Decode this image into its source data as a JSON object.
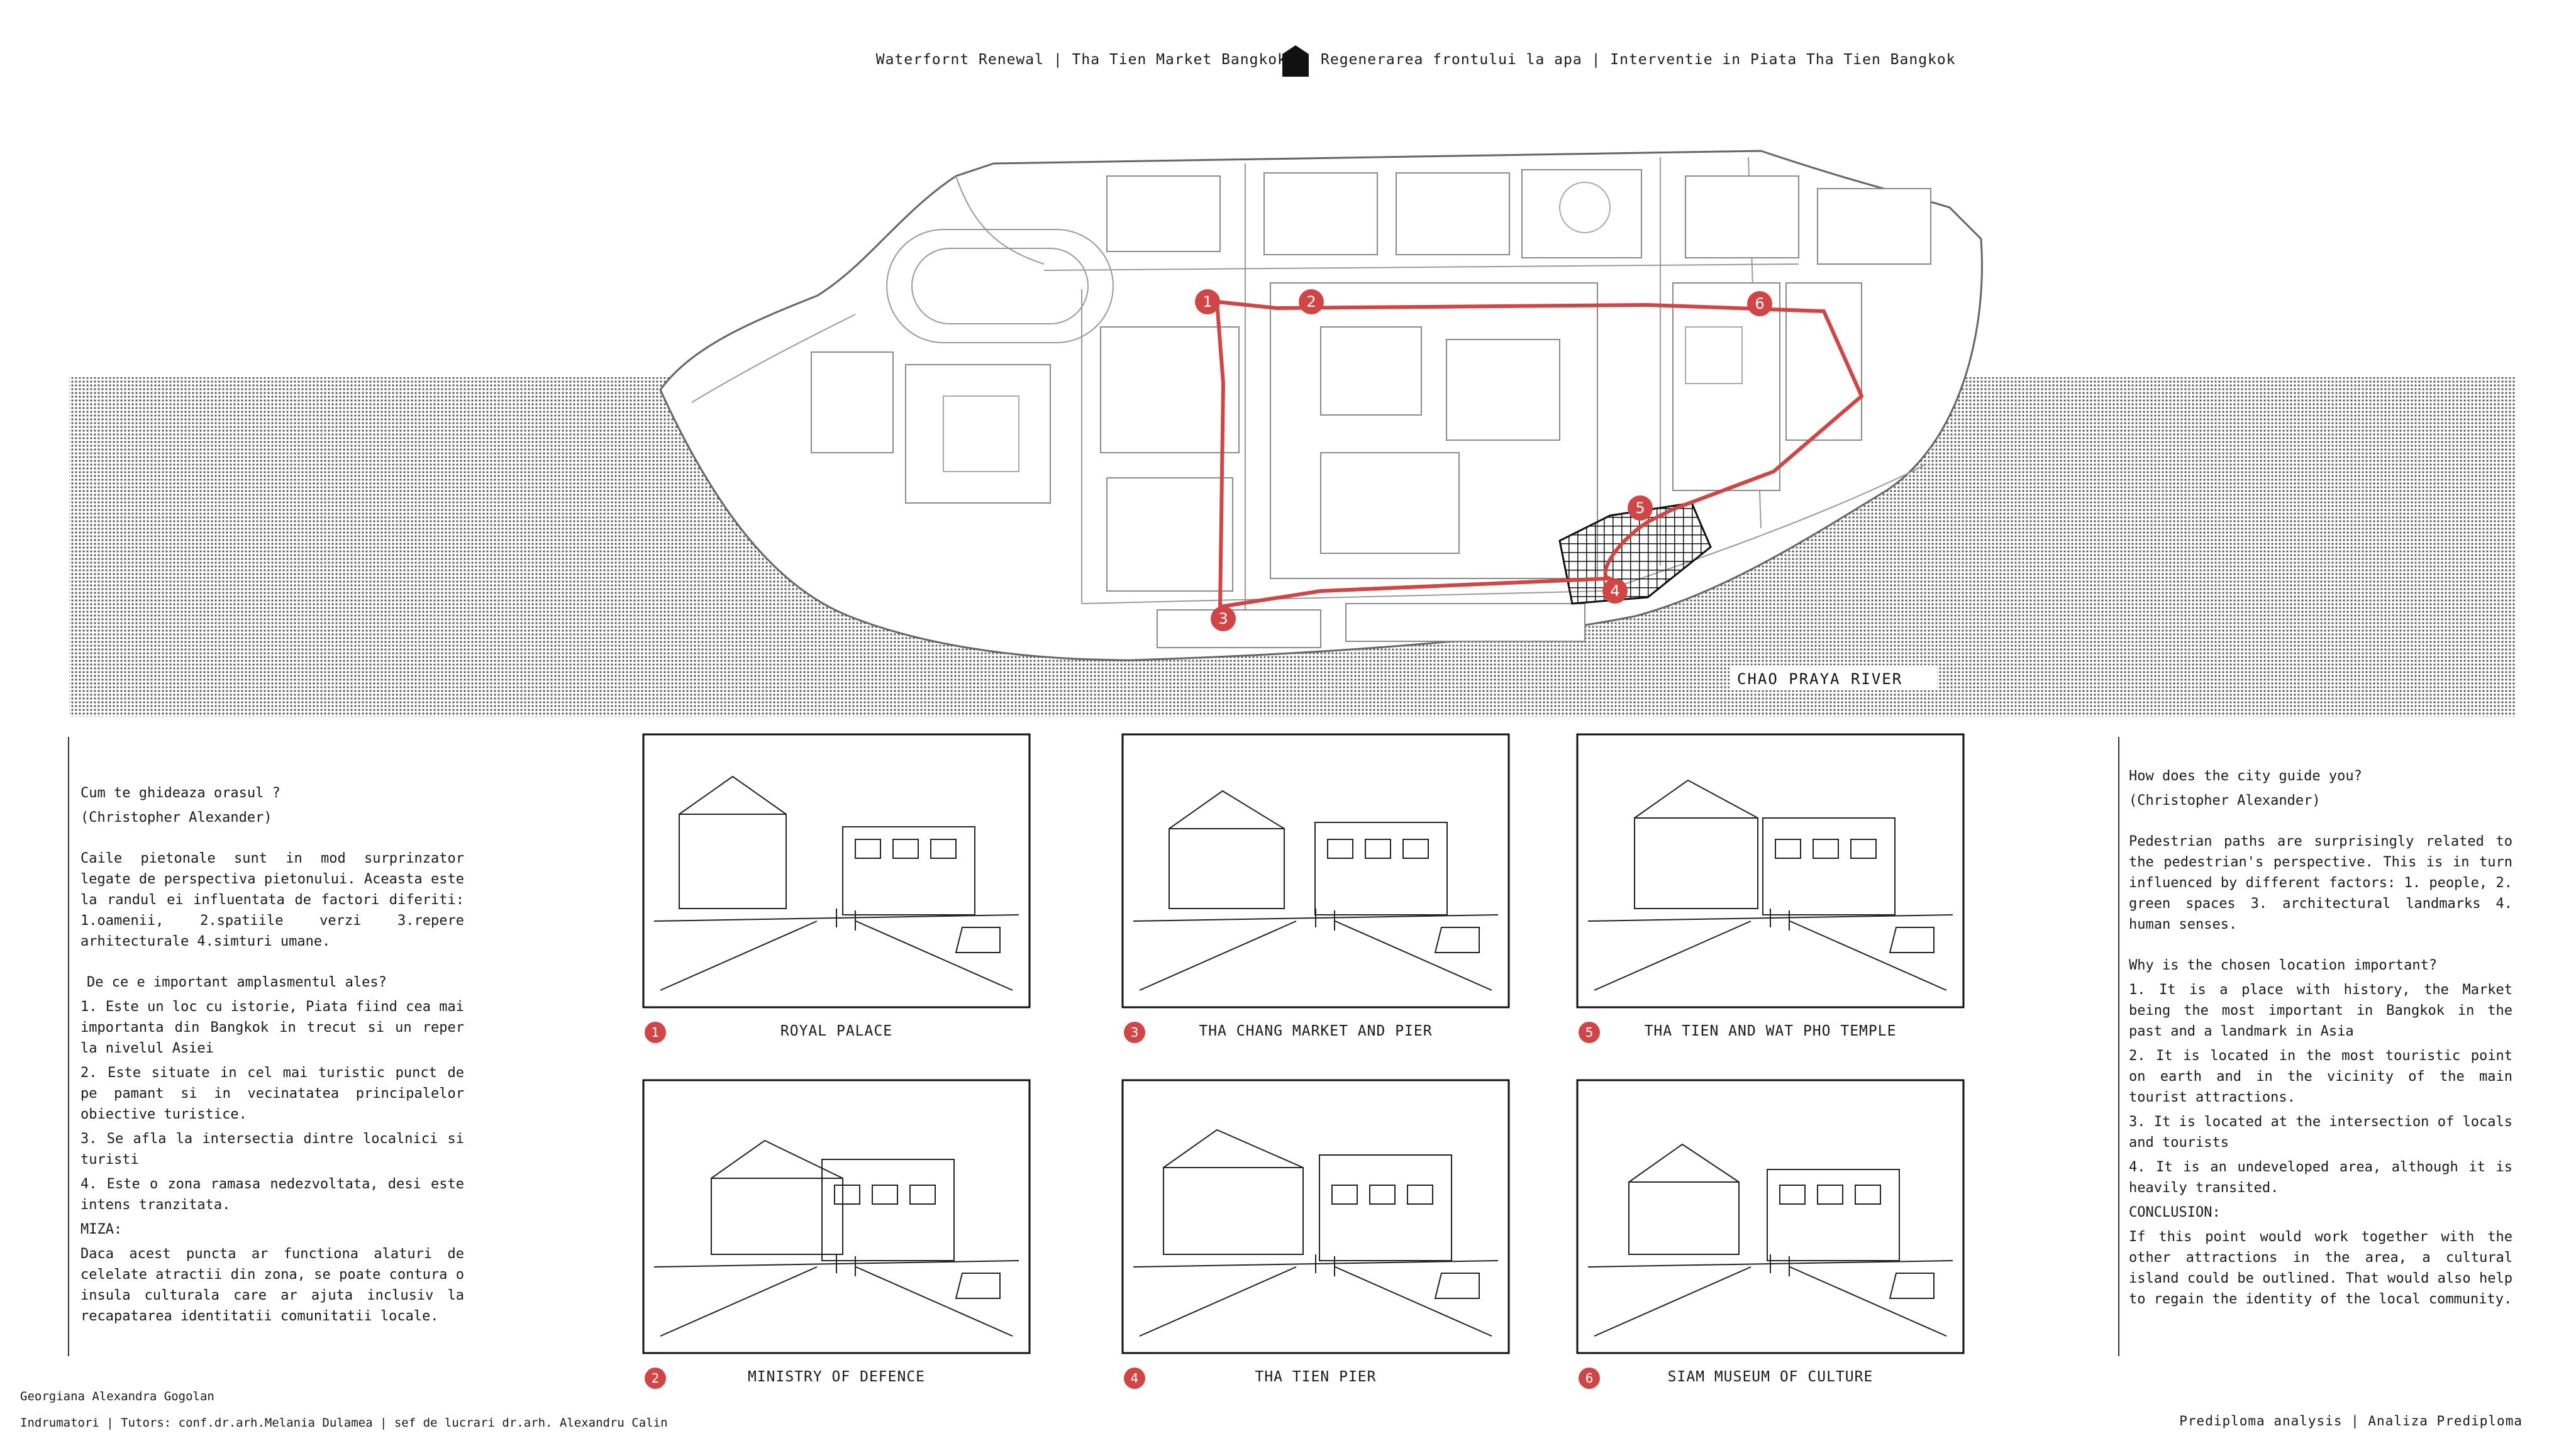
{
  "header": {
    "title_en": "Waterfornt Renewal | Tha Tien Market Bangkok",
    "title_ro": "Regenerarea frontului la apa | Interventie in Piata Tha Tien Bangkok"
  },
  "map": {
    "river_label": "CHAO PRAYA RIVER",
    "route_color": "#d04545",
    "markers": [
      "1",
      "2",
      "3",
      "4",
      "5",
      "6"
    ]
  },
  "left_text": {
    "q1": "Cum te ghideaza orasul ?",
    "q1_author": "(Christopher Alexander)",
    "p1": "Caile pietonale sunt in mod surprinzator legate de perspectiva pietonului. Aceasta este la randul ei influentata de factori diferiti: 1.oamenii, 2.spatiile verzi 3.repere arhitecturale 4.simturi umane.",
    "q2": "De ce e important amplasmentul ales?",
    "i1": "1. Este un loc cu istorie, Piata fiind cea mai importanta din Bangkok in trecut si un reper la nivelul Asiei",
    "i2": "2. Este situate in cel mai turistic punct de pe pamant si in vecinatatea principalelor obiective turistice.",
    "i3": "3. Se afla la intersectia dintre localnici si turisti",
    "i4": "4. Este o zona ramasa nedezvoltata, desi este intens tranzitata.",
    "miza_title": "MIZA:",
    "miza": "Daca acest puncta ar functiona alaturi de celelate atractii din zona, se poate contura o insula culturala care ar ajuta inclusiv la recapatarea identitatii comunitatii locale."
  },
  "right_text": {
    "q1": "How does the city guide you?",
    "q1_author": "(Christopher Alexander)",
    "p1": "Pedestrian paths are surprisingly related to the pedestrian's perspective. This is in turn influenced by different factors: 1. people, 2. green spaces 3. architectural landmarks 4. human senses.",
    "q2": "Why is the chosen location important?",
    "i1": "1. It is a place with history, the Market being the most important in Bangkok in the past and a landmark in Asia",
    "i2": "2. It is located in the most touristic point on earth and in the vicinity of the main tourist attractions.",
    "i3": "3. It is located at the intersection of locals and tourists",
    "i4": "4. It is an undeveloped area, although it is heavily transited.",
    "conclusion_title": "CONCLUSION:",
    "conclusion": "If this point would work together with the other attractions in the area, a cultural island could be outlined. That would also help to regain the identity of the local community."
  },
  "sketches": [
    {
      "num": "1",
      "caption": "ROYAL PALACE"
    },
    {
      "num": "3",
      "caption": "THA CHANG MARKET AND PIER"
    },
    {
      "num": "5",
      "caption": "THA TIEN AND WAT PHO TEMPLE"
    },
    {
      "num": "2",
      "caption": "MINISTRY OF DEFENCE"
    },
    {
      "num": "4",
      "caption": "THA TIEN PIER"
    },
    {
      "num": "6",
      "caption": "SIAM MUSEUM OF CULTURE"
    }
  ],
  "footer": {
    "author": "Georgiana Alexandra Gogolan",
    "tutors": "Indrumatori | Tutors: conf.dr.arh.Melania Dulamea | sef de lucrari dr.arh. Alexandru Calin",
    "right": "Prediploma analysis | Analiza Prediploma"
  }
}
